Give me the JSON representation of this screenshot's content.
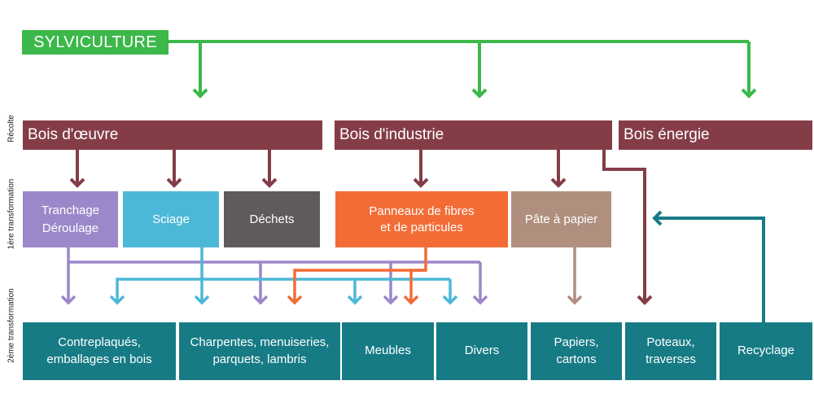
{
  "colors": {
    "green": "#3cb84a",
    "maroon": "#843d47",
    "purple": "#9b87c9",
    "cyan": "#4cb8d8",
    "gray": "#615a5c",
    "orange": "#f36c36",
    "tan": "#b08f7f",
    "teal": "#177b85"
  },
  "root": {
    "label": "SYLVICULTURE"
  },
  "stages": {
    "recolte": "Récolte",
    "premiere": "1ère transformation",
    "deuxieme": "2ème transformation"
  },
  "harvest": [
    {
      "id": "oeuvre",
      "label": "Bois d'œuvre"
    },
    {
      "id": "industrie",
      "label": "Bois d'industrie"
    },
    {
      "id": "energie",
      "label": "Bois énergie"
    }
  ],
  "first": [
    {
      "id": "tranchage",
      "label": "Tranchage\nDéroulage"
    },
    {
      "id": "sciage",
      "label": "Sciage"
    },
    {
      "id": "dechets",
      "label": "Déchets"
    },
    {
      "id": "panneaux",
      "label": "Panneaux de fibres\net de particules"
    },
    {
      "id": "pate",
      "label": "Pâte à papier"
    }
  ],
  "second": [
    {
      "id": "contreplaques",
      "label": "Contreplaqués,\nemballages en bois"
    },
    {
      "id": "charpentes",
      "label": "Charpentes, menuiseries,\nparquets, lambris"
    },
    {
      "id": "meubles",
      "label": "Meubles"
    },
    {
      "id": "divers",
      "label": "Divers"
    },
    {
      "id": "papiers",
      "label": "Papiers,\ncartons"
    },
    {
      "id": "poteaux",
      "label": "Poteaux,\ntraverses"
    },
    {
      "id": "recyclage",
      "label": "Recyclage"
    }
  ]
}
